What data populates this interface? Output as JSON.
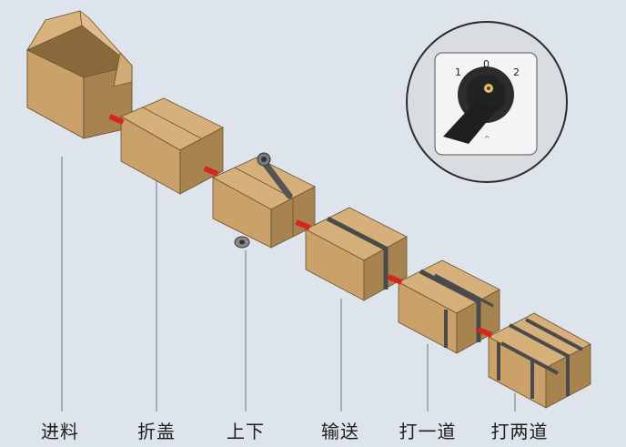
{
  "steps": [
    {
      "label": "进料"
    },
    {
      "label": "折盖"
    },
    {
      "label": "上下"
    },
    {
      "label": "输送"
    },
    {
      "label": "打一道"
    },
    {
      "label": "打两道"
    }
  ],
  "switch": {
    "positions": [
      "1",
      "0",
      "2"
    ]
  },
  "colors": {
    "background": "#dde4ec",
    "box_light": "#d6b07a",
    "box_front": "#c9a169",
    "box_side": "#a78350",
    "strap": "#4a4a4a",
    "connector": "#d8261e",
    "knob": "#2a2a2a"
  }
}
